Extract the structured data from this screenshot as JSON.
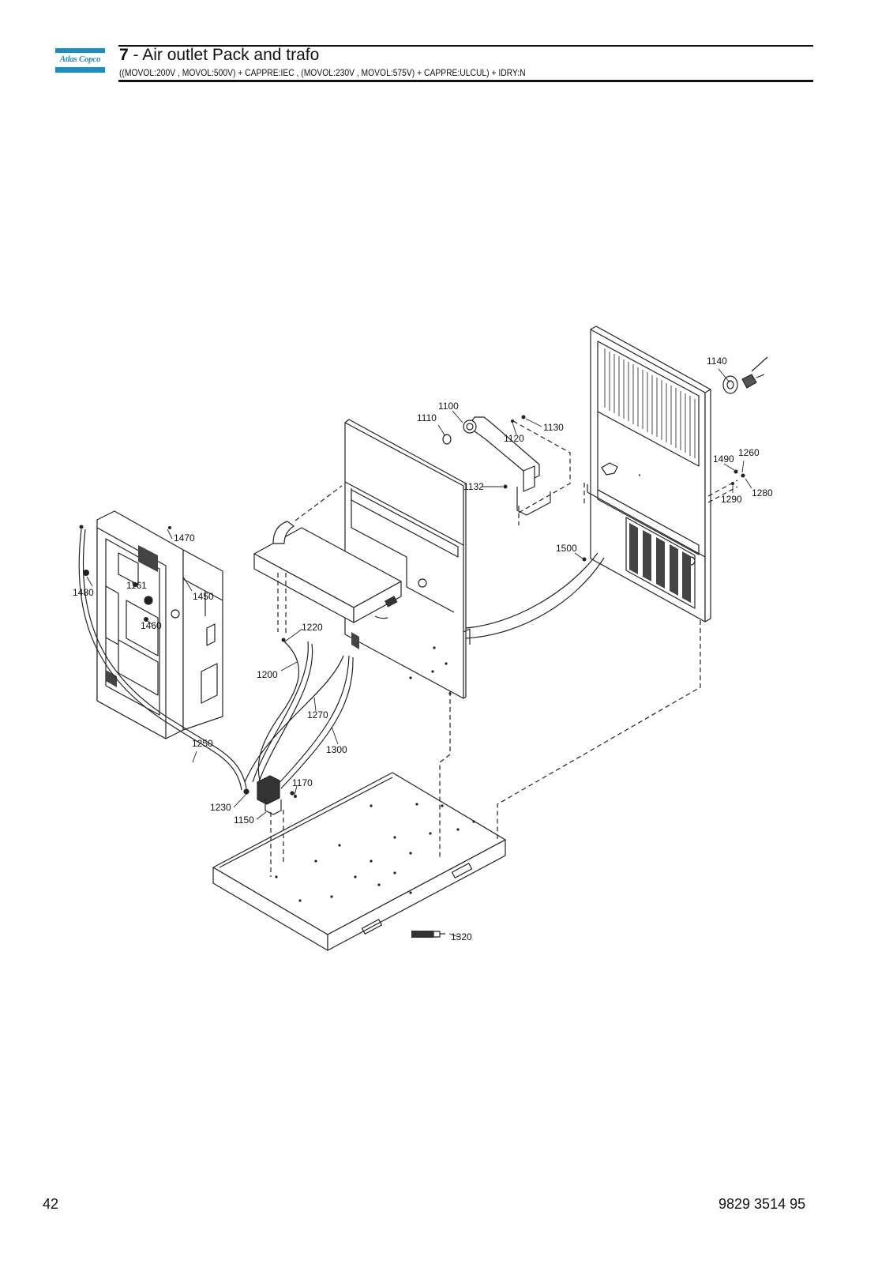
{
  "header": {
    "logo_text": "Atlas Copco",
    "section_number": "7",
    "title": " - Air outlet Pack and trafo",
    "subtitle": "((MOVOL:200V , MOVOL:500V) + CAPPRE:IEC , (MOVOL:230V , MOVOL:575V) + CAPPRE:ULCUL) + IDRY:N"
  },
  "callouts": [
    "1140",
    "1100",
    "1110",
    "1130",
    "1120",
    "1490",
    "1260",
    "1132",
    "1280",
    "1290",
    "1470",
    "1500",
    "1161",
    "1480",
    "1450",
    "1460",
    "1220",
    "1200",
    "1270",
    "1300",
    "1250",
    "1170",
    "1230",
    "1150",
    "1320"
  ],
  "footer": {
    "page_number": "42",
    "document_number": "9829 3514 95"
  }
}
